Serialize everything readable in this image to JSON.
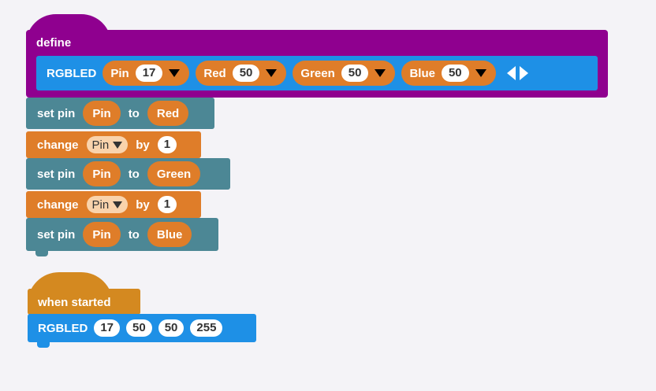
{
  "define_block": {
    "label": "define",
    "function_name": "RGBLED",
    "params": [
      {
        "name": "Pin",
        "value": "17"
      },
      {
        "name": "Red",
        "value": "50"
      },
      {
        "name": "Green",
        "value": "50"
      },
      {
        "name": "Blue",
        "value": "50"
      }
    ]
  },
  "body_blocks": [
    {
      "type": "set",
      "kw1": "set pin",
      "arg1": "Pin",
      "kw2": "to",
      "arg2": "Red"
    },
    {
      "type": "change",
      "kw1": "change",
      "var": "Pin",
      "kw2": "by",
      "amount": "1"
    },
    {
      "type": "set",
      "kw1": "set pin",
      "arg1": "Pin",
      "kw2": "to",
      "arg2": "Green"
    },
    {
      "type": "change",
      "kw1": "change",
      "var": "Pin",
      "kw2": "by",
      "amount": "1"
    },
    {
      "type": "set",
      "kw1": "set pin",
      "arg1": "Pin",
      "kw2": "to",
      "arg2": "Blue"
    }
  ],
  "when_started": {
    "label": "when started",
    "call_name": "RGBLED",
    "args": [
      "17",
      "50",
      "50",
      "255"
    ]
  },
  "colors": {
    "define": "#8f008f",
    "call": "#1e90e6",
    "param": "#df7d29",
    "setpin": "#4c8795",
    "event": "#d48920"
  }
}
